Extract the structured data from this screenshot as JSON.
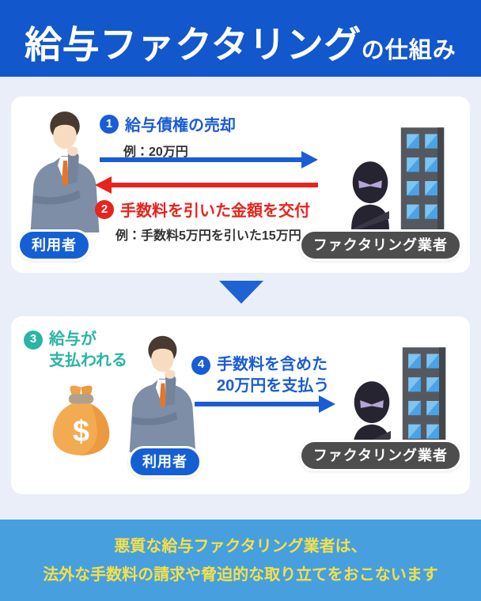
{
  "header": {
    "title_main": "給与ファクタリング",
    "title_sub": "の仕組み"
  },
  "labels": {
    "user": "利用者",
    "vendor": "ファクタリング業者"
  },
  "flow_top": {
    "step1": {
      "num": "1",
      "label": "給与債権の売却",
      "example": "例：20万円"
    },
    "step2": {
      "num": "2",
      "label": "手数料を引いた金額を交付",
      "example": "例：手数料5万円を引いた15万円"
    }
  },
  "flow_bottom": {
    "step3": {
      "num": "3",
      "line1": "給与が",
      "line2": "支払われる"
    },
    "step4": {
      "num": "4",
      "line1": "手数料を含めた",
      "line2": "20万円を支払う"
    },
    "money_bag_symbol": "$"
  },
  "banner": {
    "line1": "悪質な給与ファクタリング業者は、",
    "line2": "法外な手数料の請求や脅迫的な取り立てをおこないます"
  },
  "colors": {
    "header_bg": "#1257cb",
    "page_bg": "#e9eef8",
    "accent_blue": "#1a5cd6",
    "accent_red": "#e8231d",
    "accent_teal": "#2ab4a4",
    "banner_bg": "#47a0dd",
    "banner_text": "#f4e04b",
    "pill_user_bg": "#155fd4",
    "pill_vendor_bg": "#4d4d4d"
  }
}
